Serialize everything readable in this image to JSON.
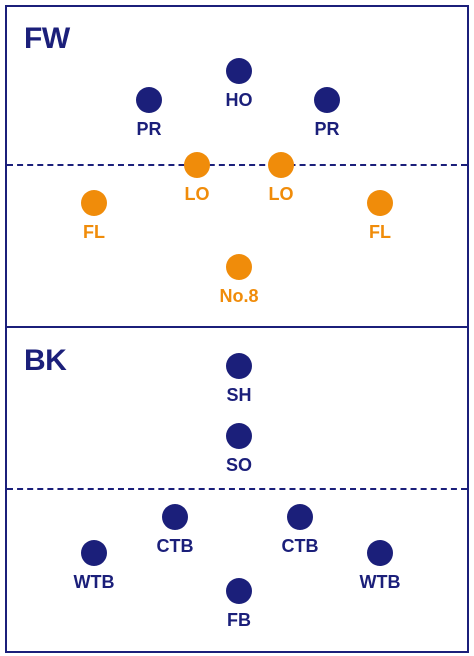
{
  "sections": {
    "forwards": {
      "title": "FW"
    },
    "backs": {
      "title": "BK"
    }
  },
  "colors": {
    "navy": "#1b1f7a",
    "orange": "#f08c0a"
  },
  "players": {
    "ho": {
      "label": "HO",
      "color": "navy"
    },
    "pr_left": {
      "label": "PR",
      "color": "navy"
    },
    "pr_right": {
      "label": "PR",
      "color": "navy"
    },
    "lo_left": {
      "label": "LO",
      "color": "orange"
    },
    "lo_right": {
      "label": "LO",
      "color": "orange"
    },
    "fl_left": {
      "label": "FL",
      "color": "orange"
    },
    "fl_right": {
      "label": "FL",
      "color": "orange"
    },
    "no8": {
      "label": "No.8",
      "color": "orange"
    },
    "sh": {
      "label": "SH",
      "color": "navy"
    },
    "so": {
      "label": "SO",
      "color": "navy"
    },
    "ctb_left": {
      "label": "CTB",
      "color": "navy"
    },
    "ctb_right": {
      "label": "CTB",
      "color": "navy"
    },
    "wtb_left": {
      "label": "WTB",
      "color": "navy"
    },
    "wtb_right": {
      "label": "WTB",
      "color": "navy"
    },
    "fb": {
      "label": "FB",
      "color": "navy"
    }
  }
}
